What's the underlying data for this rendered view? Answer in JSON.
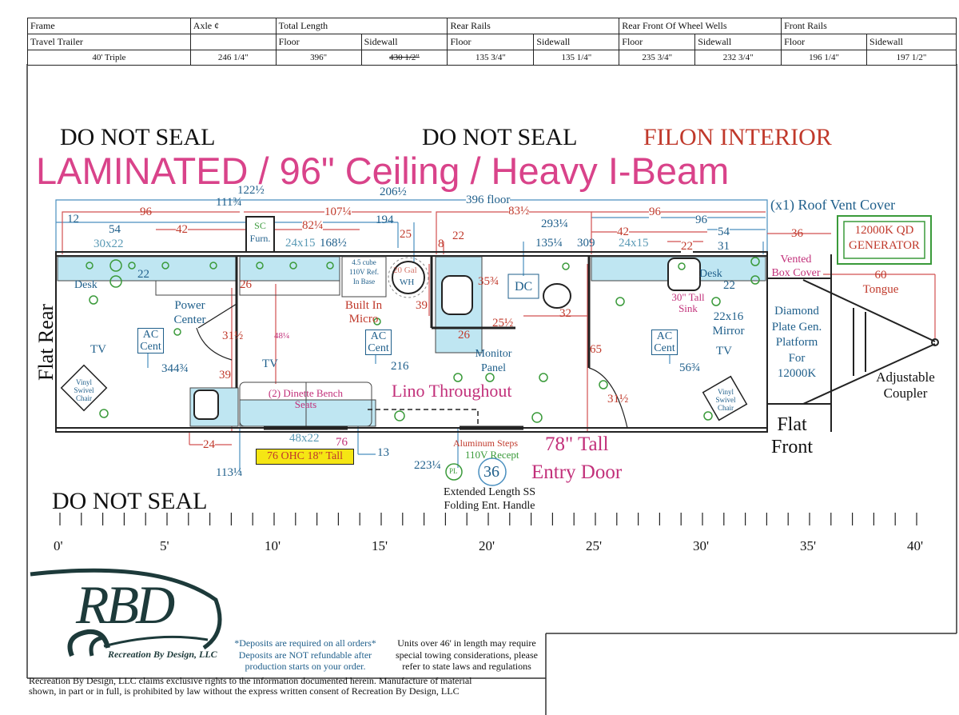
{
  "spec_table": {
    "headers": [
      "Frame",
      "Axle ¢",
      "Total Length",
      "Rear Rails",
      "Rear Front Of Wheel Wells",
      "Front Rails"
    ],
    "subheaders": [
      "Travel Trailer",
      "",
      "Floor",
      "Sidewall",
      "Floor",
      "Sidewall",
      "Floor",
      "Sidewall",
      "Floor",
      "Sidewall"
    ],
    "values": [
      "40' Triple",
      "246 1/4\"",
      "396\"",
      "430 1/2\"",
      "135 3/4\"",
      "135 1/4\"",
      "235 3/4\"",
      "232 3/4\"",
      "196 1/4\"",
      "197 1/2\""
    ]
  },
  "headings": {
    "do_not_seal": "DO NOT SEAL",
    "filon": "FILON INTERIOR",
    "banner": "LAMINATED / 96\" Ceiling / Heavy I-Beam",
    "flat_rear": "Flat Rear",
    "flat_front": [
      "Flat",
      "Front"
    ],
    "lino": "Lino Throughout",
    "door_tall": "78\" Tall",
    "entry_door": "Entry Door"
  },
  "front": {
    "roof_vent": "(x1) Roof Vent Cover",
    "generator": [
      "12000K QD",
      "GENERATOR"
    ],
    "dim_36": "36",
    "vented": [
      "Vented",
      "Box Cover"
    ],
    "tongue": [
      "60",
      "Tongue"
    ],
    "platform": [
      "Diamond",
      "Plate Gen.",
      "Platform",
      "For",
      "12000K"
    ],
    "coupler": [
      "Adjustable",
      "Coupler"
    ]
  },
  "labels": {
    "desk": "Desk",
    "power_center": [
      "Power",
      "Center"
    ],
    "built_in_micro": [
      "Built In",
      "Micro"
    ],
    "ac_cent": [
      "AC",
      "Cent"
    ],
    "tv": "TV",
    "monitor_panel": [
      "Monitor",
      "Panel"
    ],
    "dc": "DC",
    "wh": "WH",
    "gal": "20 Gal",
    "sc_furn": [
      "SC",
      "Furn."
    ],
    "fridge": [
      "4.5 cube",
      "110V Ref.",
      "In Base"
    ],
    "tall_sink": [
      "30\" Tall",
      "Sink"
    ],
    "mirror": [
      "22x16",
      "Mirror"
    ],
    "dinette": [
      "(2) Dinette Bench",
      "Seats"
    ],
    "chair": [
      "Vinyl",
      "Swivel",
      "Chair"
    ],
    "ohc": "76 OHC 18\" Tall",
    "steps": "Aluminum Steps",
    "recept": "110V Recept",
    "pl": "PL",
    "step_36": "36",
    "handle": [
      "Extended Length SS",
      "Folding Ent. Handle"
    ]
  },
  "dims": {
    "d122": "122½",
    "d111": "111¾",
    "d96a": "96",
    "d12": "12",
    "d54a": "54",
    "d42a": "42",
    "d30x22": "30x22",
    "d107": "107¼",
    "d82": "82¼",
    "d24x15a": "24x15",
    "d168": "168½",
    "d194": "194",
    "d25": "25",
    "d206": "206½",
    "d396": "396 floor",
    "d83": "83½",
    "d293": "293¼",
    "d22a": "22",
    "d8": "8",
    "d135": "135¼",
    "d309": "309",
    "d24x15b": "24x15",
    "d96b": "96",
    "d96c": "96",
    "d42b": "42",
    "d54b": "54",
    "d22b": "22",
    "d31": "31",
    "d22c": "22",
    "d22d": "22",
    "d26a": "26",
    "d35": "35¾",
    "d39a": "39",
    "d32": "32",
    "d25b": "25½",
    "d26b": "26",
    "d31a": "31½",
    "d48": "48¼",
    "d39b": "39",
    "d65": "65",
    "d31b": "31½",
    "d344": "344¾",
    "d216": "216",
    "d56": "56¾",
    "d24": "24",
    "d113": "113¼",
    "d13": "13",
    "d48x22": "48x22",
    "d76": "76",
    "d223": "223¼"
  },
  "ruler": {
    "labels": [
      "0'",
      "5'",
      "10'",
      "15'",
      "20'",
      "25'",
      "30'",
      "35'",
      "40'"
    ]
  },
  "footer": {
    "logo_text": "RBD",
    "logo_sub": "Recreation By Design, LLC",
    "deposits": [
      "*Deposits are required on all orders*",
      "Deposits are NOT refundable after",
      "production starts on your order."
    ],
    "units": [
      "Units over 46' in length may require",
      "special towing considerations, please",
      "refer to state laws and regulations"
    ],
    "copyright": [
      "Recreation By Design, LLC claims exclusive rights to the information documented herein. Manufacture of material",
      "shown, in part or in full, is prohibited by law without the express written consent of  Recreation By Design, LLC"
    ]
  },
  "colors": {
    "dimension_red": "#c0392b",
    "dimension_blue": "#1f5f8b",
    "accent_pink": "#d9438a",
    "outlet_green": "#3a9a3a",
    "cabinet_blue": "#bfe6f2",
    "ohc_yellow": "#f5e614"
  }
}
